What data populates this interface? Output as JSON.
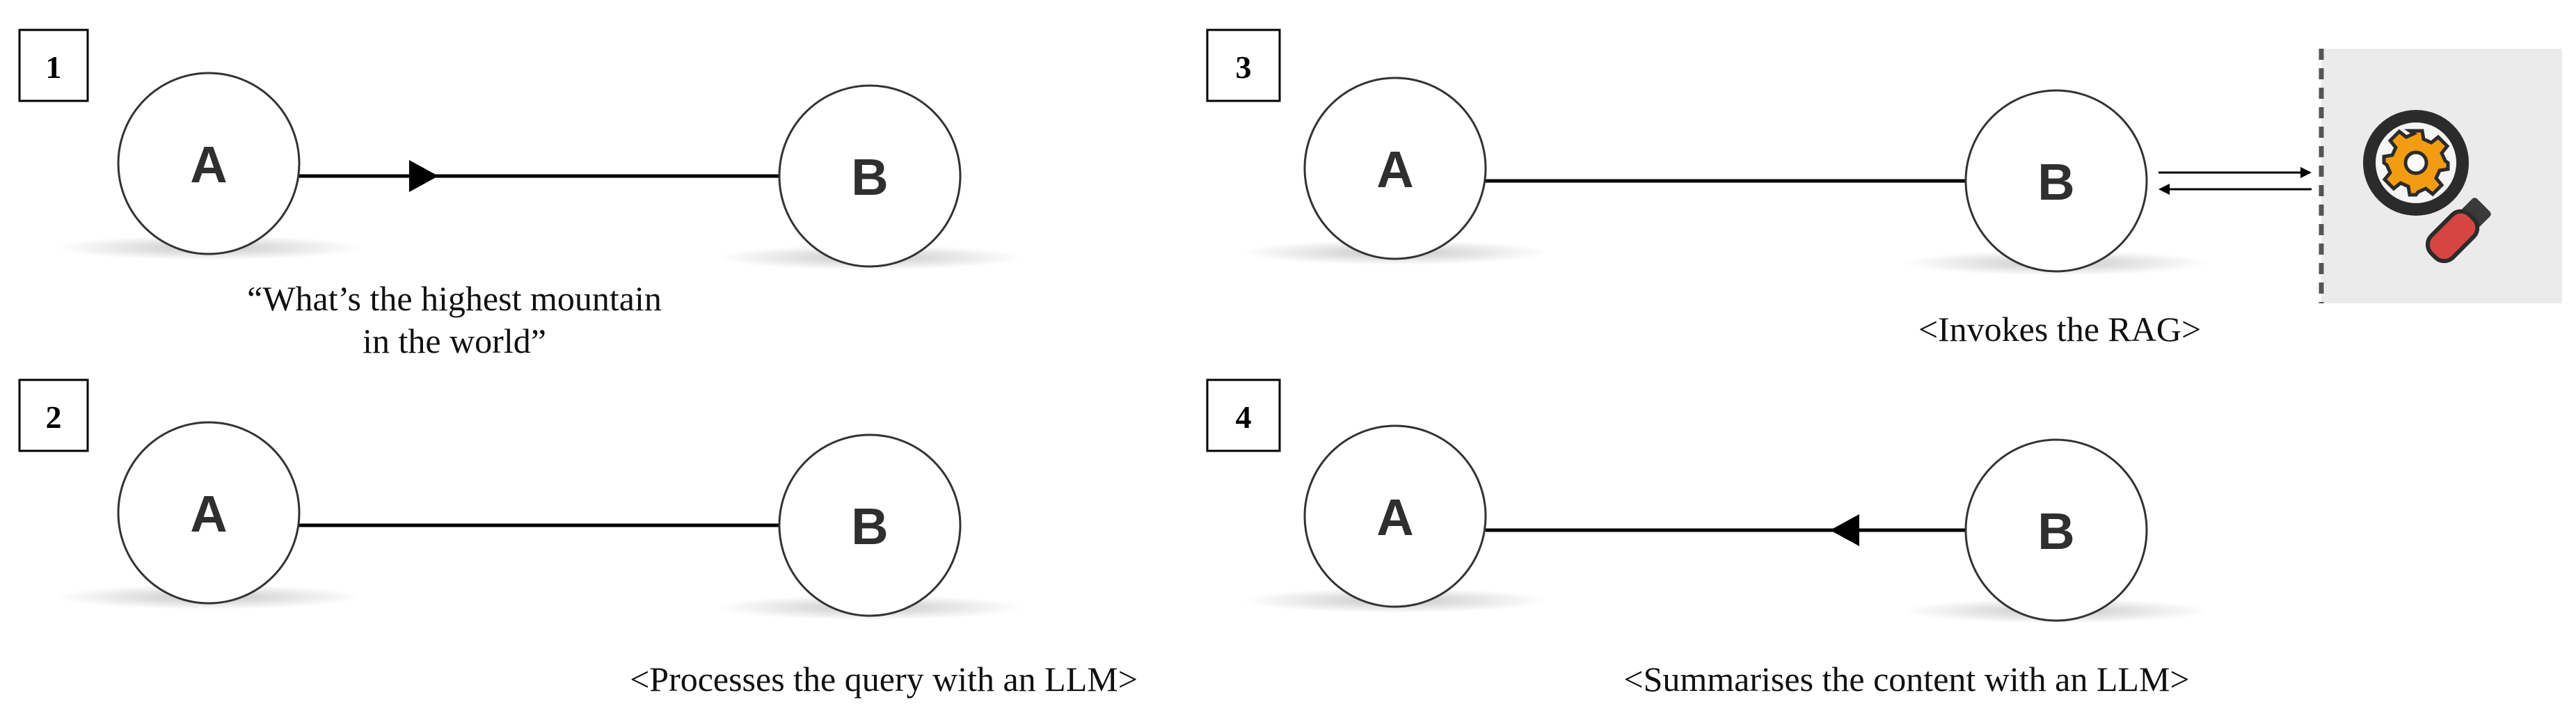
{
  "panels": [
    {
      "step": "1",
      "node_a": "A",
      "node_b": "B",
      "caption_lines": [
        "“What’s the highest mountain",
        "in the world”"
      ]
    },
    {
      "step": "2",
      "node_a": "A",
      "node_b": "B",
      "caption_lines": [
        "<Processes the query with an LLM>"
      ]
    },
    {
      "step": "3",
      "node_a": "A",
      "node_b": "B",
      "caption_lines": [
        "<Invokes the RAG>"
      ],
      "tool_icon": "search-gear-icon"
    },
    {
      "step": "4",
      "node_a": "A",
      "node_b": "B",
      "caption_lines": [
        "<Summarises the content with an LLM>"
      ]
    }
  ],
  "colors": {
    "line": "#000000",
    "node_stroke": "#333333",
    "tool_panel_bg": "#ebebeb",
    "gear": "#f39c12",
    "magnifier_ring": "#2b2b2b",
    "magnifier_handle": "#d64541"
  }
}
